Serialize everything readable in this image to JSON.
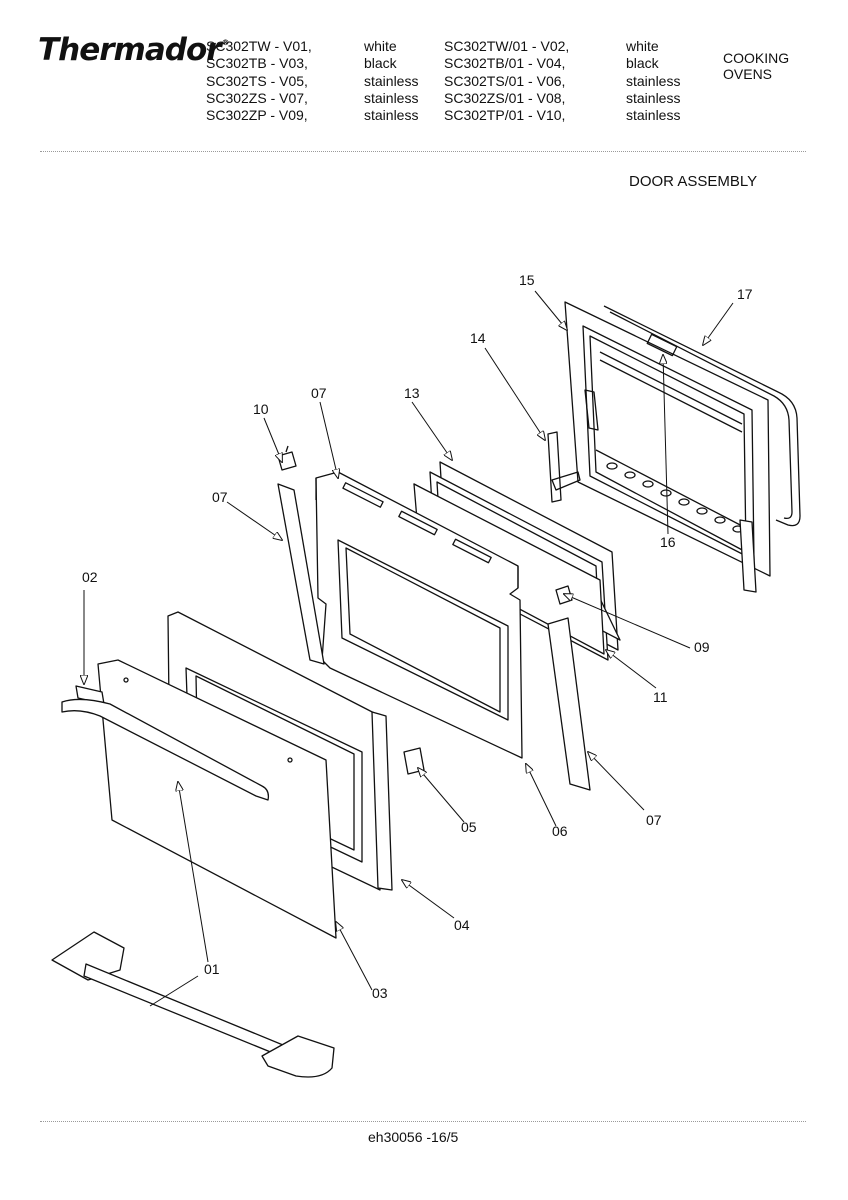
{
  "brand": {
    "name": "Thermador",
    "mark": "®"
  },
  "models": {
    "col1": [
      "SC302TW - V01,",
      "SC302TB - V03,",
      "SC302TS - V05,",
      "SC302ZS - V07,",
      "SC302ZP - V09,"
    ],
    "col2": [
      "white",
      "black",
      "stainless",
      "stainless",
      "stainless"
    ],
    "col3": [
      "SC302TW/01 - V02,",
      "SC302TB/01 - V04,",
      "SC302TS/01 - V06,",
      "SC302ZS/01 - V08,",
      "SC302TP/01 - V10,"
    ],
    "col4": [
      "white",
      "black",
      "stainless",
      "stainless",
      "stainless"
    ]
  },
  "category": {
    "line1": "COOKING",
    "line2": "OVENS"
  },
  "section_title": "DOOR ASSEMBLY",
  "callouts": {
    "c01": "01",
    "c02": "02",
    "c03": "03",
    "c04": "04",
    "c05": "05",
    "c06": "06",
    "c07a": "07",
    "c07b": "07",
    "c07c": "07",
    "c09": "09",
    "c10": "10",
    "c11": "11",
    "c13": "13",
    "c14": "14",
    "c15": "15",
    "c16": "16",
    "c17": "17"
  },
  "footer": {
    "code": "eh30056 -16/5"
  }
}
